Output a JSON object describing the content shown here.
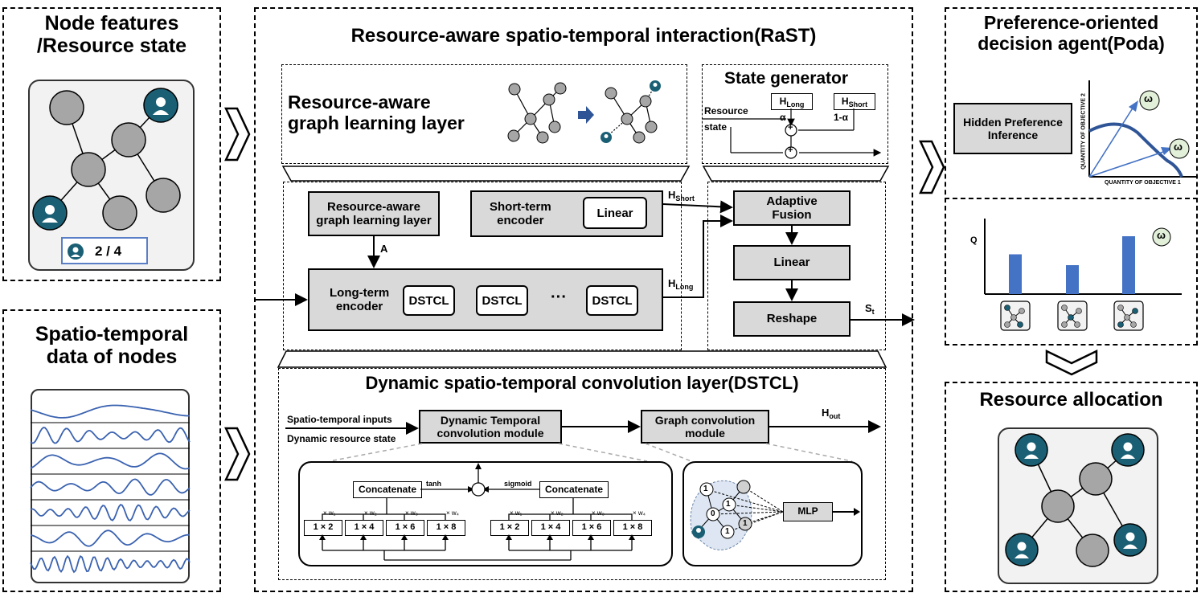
{
  "panels": {
    "node_features": {
      "title_line1": "Node features",
      "title_line2": "/Resource state",
      "count_label": "2 / 4"
    },
    "spatiotemporal": {
      "title_line1": "Spatio-temporal",
      "title_line2": "data of nodes"
    },
    "rast": {
      "title": "Resource-aware spatio-temporal interaction(RaST)"
    },
    "poda": {
      "title_line1": "Preference-oriented",
      "title_line2": "decision agent(Poda)"
    },
    "allocation": {
      "title": "Resource allocation"
    }
  },
  "rast_top": {
    "graph_layer_title_line1": "Resource-aware",
    "graph_layer_title_line2": "graph learning layer",
    "state_gen": {
      "title": "State generator",
      "resource_line1": "Resource",
      "resource_line2": "state",
      "h_long_main": "H",
      "h_long_sub": "Long",
      "h_short_main": "H",
      "h_short_sub": "Short",
      "alpha": "α",
      "one_minus_alpha": "1-α",
      "plus": "+"
    }
  },
  "rast_mid": {
    "graph_layer_box_line1": "Resource-aware",
    "graph_layer_box_line2": "graph learning layer",
    "short_encoder_line1": "Short-term",
    "short_encoder_line2": "encoder",
    "linear_inner": "Linear",
    "long_encoder_line1": "Long-term",
    "long_encoder_line2": "encoder",
    "dstcl": "DSTCL",
    "ellipsis": "···",
    "a_label": "A",
    "h_short_main": "H",
    "h_short_sub": "Short",
    "h_long_main": "H",
    "h_long_sub": "Long",
    "adaptive_line1": "Adaptive",
    "adaptive_line2": "Fusion",
    "linear": "Linear",
    "reshape": "Reshape",
    "st_main": "S",
    "st_sub": "t"
  },
  "dstcl": {
    "title": "Dynamic spatio-temporal convolution layer(DSTCL)",
    "input1": "Spatio-temporal inputs",
    "input2": "Dynamic resource state",
    "temporal_line1": "Dynamic Temporal",
    "temporal_line2": "convolution module",
    "graph_conv_line1": "Graph convolution",
    "graph_conv_line2": "module",
    "hout_main": "H",
    "hout_sub": "out",
    "concatenate": "Concatenate",
    "tanh": "tanh",
    "sigmoid": "sigmoid",
    "times": "×",
    "kernels": [
      "1 × 2",
      "1 × 4",
      "1 × 6",
      "1 × 8"
    ],
    "weights": [
      "× w₁",
      "× w₂",
      "× w₃",
      "× w₄"
    ],
    "mlp": "MLP",
    "mini_nodes": [
      "1",
      "1",
      "0",
      "1",
      "1"
    ]
  },
  "poda": {
    "hidden_pref_line1": "Hidden Preference",
    "hidden_pref_line2": "Inference",
    "omega": "ω",
    "axis_y": "QUANTITY OF OBJECTIVE 2",
    "axis_x": "QUANTITY OF OBJECTIVE 1",
    "q_label": "Q",
    "q_values": [
      0.55,
      0.4,
      0.8
    ]
  },
  "colors": {
    "teal": "#1a5f74",
    "node_gray": "#a6a6a6",
    "box_gray": "#d9d9d9",
    "bar_blue": "#4472c4",
    "curve_blue": "#2f5597",
    "wave_blue": "#3a62b0"
  }
}
